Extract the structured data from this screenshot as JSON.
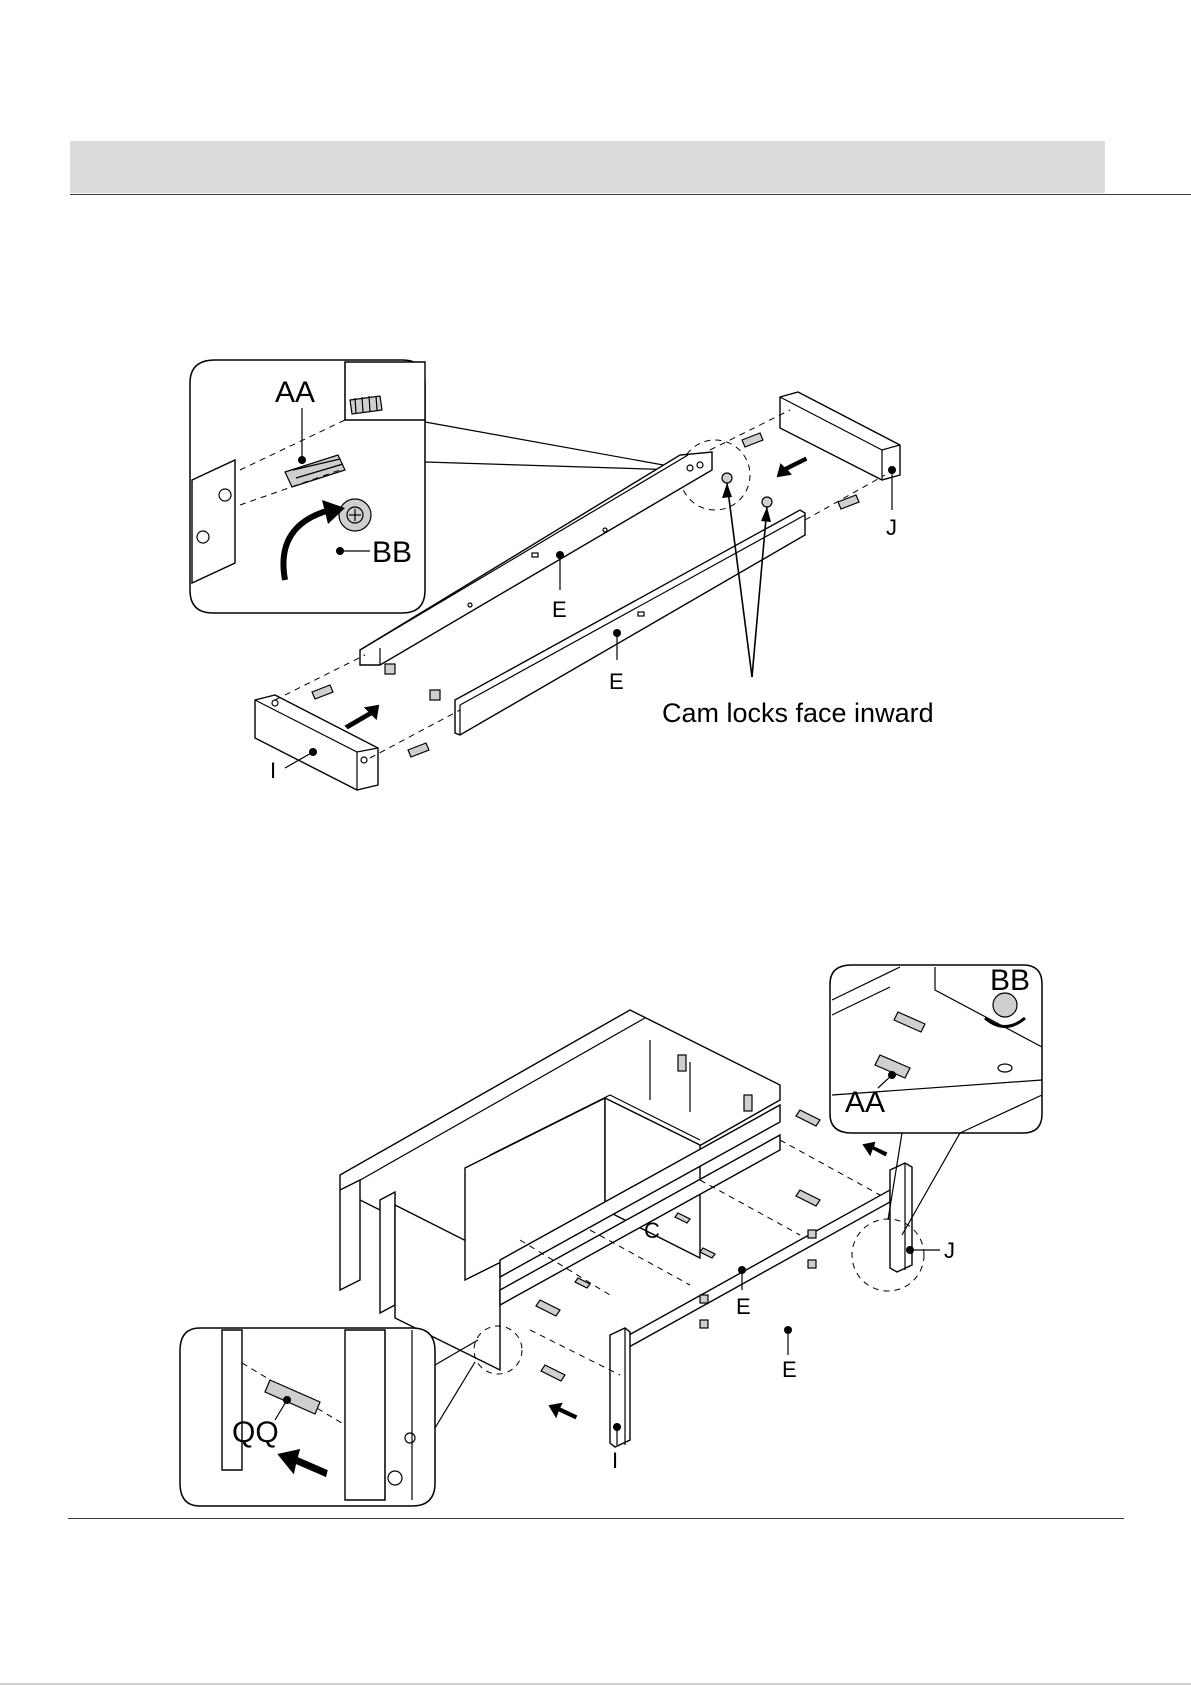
{
  "step1": {
    "callout_labels": {
      "dowel": "AA",
      "cam": "BB"
    },
    "part_labels": {
      "left_end": "I",
      "right_end": "J",
      "rail_top": "E",
      "rail_bottom": "E"
    },
    "note": "Cam locks face inward"
  },
  "step2": {
    "callout_top_labels": {
      "cam": "BB",
      "dowel": "AA"
    },
    "callout_bottom_labels": {
      "dowel": "QQ"
    },
    "part_labels": {
      "panel": "C",
      "rail_front": "E",
      "rail_back": "E",
      "left_end": "I",
      "right_end": "J"
    }
  }
}
